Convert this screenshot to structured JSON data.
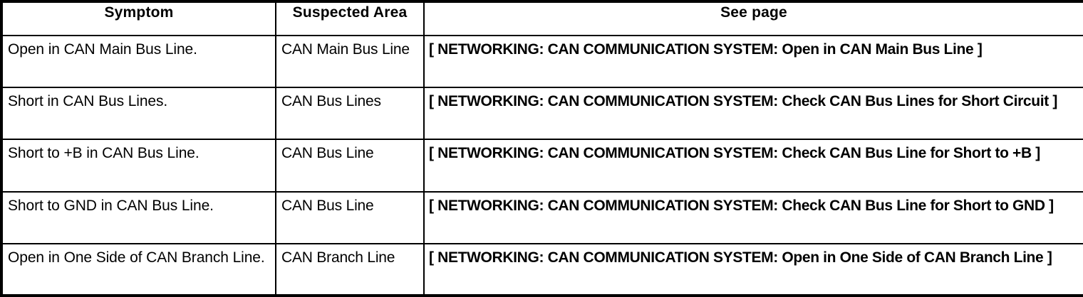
{
  "table": {
    "headers": [
      {
        "label": "Symptom"
      },
      {
        "label": "Suspected Area"
      },
      {
        "label": "See page"
      }
    ],
    "rows": [
      {
        "symptom": "Open in CAN Main Bus Line.",
        "suspected_area": "CAN Main Bus Line",
        "see_page": "[ NETWORKING: CAN COMMUNICATION SYSTEM: Open in CAN Main Bus Line ]"
      },
      {
        "symptom": "Short in CAN Bus Lines.",
        "suspected_area": "CAN Bus Lines",
        "see_page": "[ NETWORKING: CAN COMMUNICATION SYSTEM: Check CAN Bus Lines for Short Circuit ]"
      },
      {
        "symptom": "Short to +B in CAN Bus Line.",
        "suspected_area": "CAN Bus Line",
        "see_page": "[ NETWORKING: CAN COMMUNICATION SYSTEM: Check CAN Bus Line for Short to +B ]"
      },
      {
        "symptom": "Short to GND in CAN Bus Line.",
        "suspected_area": "CAN Bus Line",
        "see_page": "[ NETWORKING: CAN COMMUNICATION SYSTEM: Check CAN Bus Line for Short to GND ]"
      },
      {
        "symptom": "Open in One Side of CAN Branch Line.",
        "suspected_area": "CAN Branch Line",
        "see_page": "[ NETWORKING: CAN COMMUNICATION SYSTEM: Open in One Side of CAN Branch Line ]"
      }
    ]
  },
  "colors": {
    "border": "#000000",
    "text": "#000000",
    "background": "#ffffff"
  }
}
